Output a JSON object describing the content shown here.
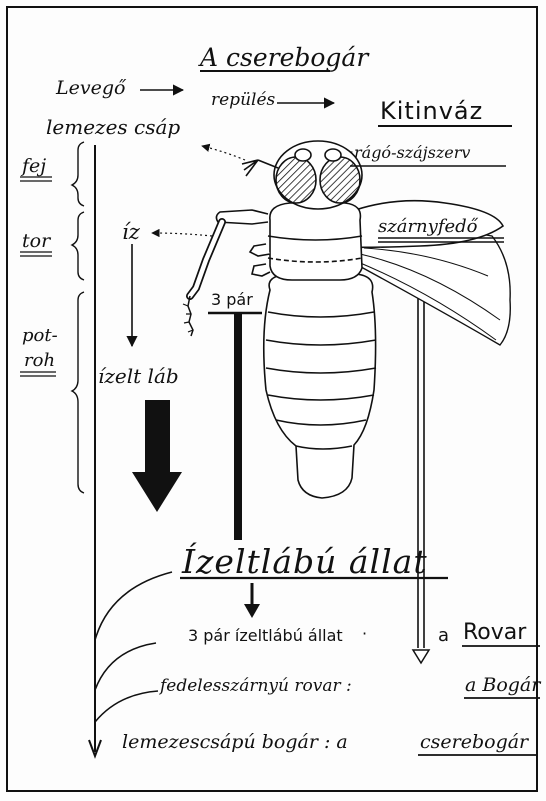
{
  "title": "A cserebogár",
  "labels": {
    "levego": "Levegő",
    "repules": "repülés",
    "kitinvaz": "Kitinváz",
    "lemezes_csap": "lemezes csáp",
    "rago": "rágó-szájszerv",
    "fej": "fej",
    "tor": "tor",
    "potroh_1": "pot-",
    "potroh_2": "roh",
    "iz": "íz",
    "szarnyfedo": "szárnyfedő",
    "harom_par": "3 pár",
    "izelt_lab": "ízelt láb",
    "izeltlabu_allat": "Ízeltlábú állat",
    "line1_text": "3 pár ízeltlábú állat",
    "line1_sep": "·",
    "line1_result_prefix": "a",
    "line1_result": "Rovar",
    "line2_text": "fedelesszárnyú rovar :",
    "line2_result": "a Bogár",
    "line3_text": "lemezescsápú bogár : a",
    "line3_result": "cserebogár"
  },
  "colors": {
    "ink": "#111111",
    "paper": "#fdfdfd"
  },
  "icons": [
    "beetle-illustration",
    "fat-down-arrow",
    "thin-down-arrow",
    "open-down-arrow"
  ]
}
